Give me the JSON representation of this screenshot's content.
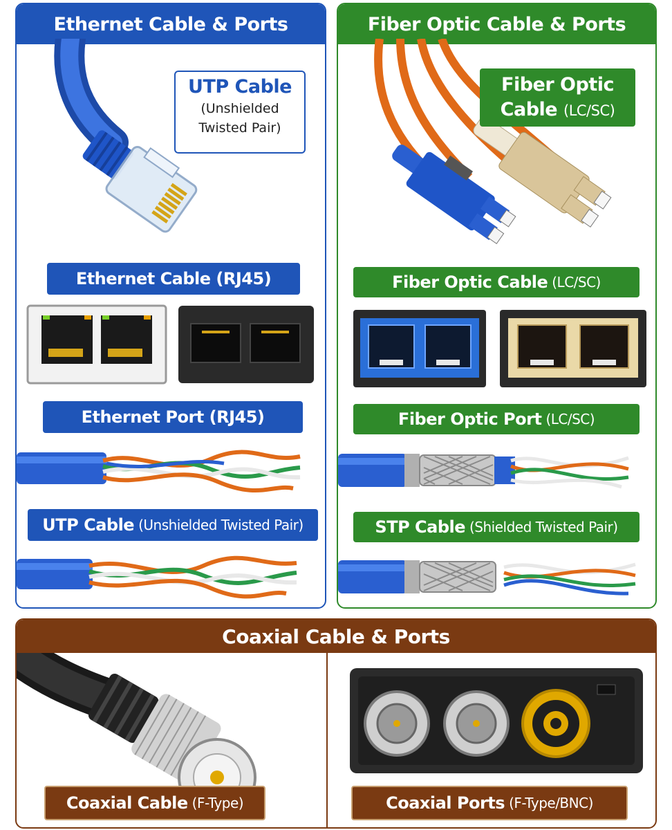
{
  "ethernet": {
    "header": "Ethernet Cable & Ports",
    "callout_title": "UTP Cable",
    "callout_sub1": "(Unshielded",
    "callout_sub2": "Twisted Pair)",
    "label_cable": "Ethernet Cable (RJ45)",
    "label_port": "Ethernet Port (RJ45)",
    "label_utp_main": "UTP Cable",
    "label_utp_sub": "(Unshielded Twisted Pair)"
  },
  "fiber": {
    "header": "Fiber Optic Cable & Ports",
    "callout_title": "Fiber Optic",
    "callout_line2_main": "Cable",
    "callout_line2_sub": "(LC/SC)",
    "label_cable_main": "Fiber Optic Cable",
    "label_cable_sub": "(LC/SC)",
    "label_port_main": "Fiber Optic Port",
    "label_port_sub": "(LC/SC)",
    "label_stp_main": "STP Cable",
    "label_stp_sub": "(Shielded Twisted Pair)"
  },
  "coax": {
    "header": "Coaxial Cable & Ports",
    "label_cable_main": "Coaxial Cable",
    "label_cable_sub": "(F-Type)",
    "label_ports_main": "Coaxial Ports",
    "label_ports_sub": "(F-Type/BNC)"
  },
  "colors": {
    "ethernet": "#1f55b8",
    "fiber": "#2f8a2a",
    "coax": "#7a3a12",
    "cable_blue": "#2a5fd0",
    "fiber_orange": "#e06a18",
    "fiber_beige": "#d9c59a",
    "coax_gold": "#e0a800"
  },
  "icons": [
    "rj45-plug-icon",
    "ethernet-port-icon",
    "twisted-pair-cable-icon",
    "fiber-connector-icon",
    "fiber-port-icon",
    "stp-cable-icon",
    "coax-connector-icon",
    "coax-port-icon"
  ]
}
